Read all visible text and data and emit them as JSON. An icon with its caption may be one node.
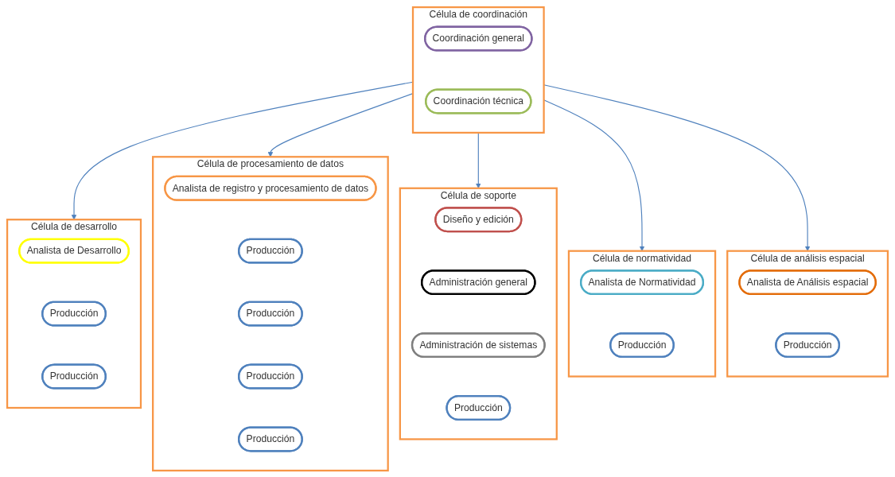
{
  "diagram": {
    "nodes": [
      {
        "text": [
          "Célula de coordinación"
        ]
      },
      {
        "text": [
          "Coordinación general"
        ],
        "in": 0
      },
      {
        "text": [
          "Coordinación técnica"
        ],
        "in": 0
      },
      {
        "text": [
          "Célula de desarrollo"
        ]
      },
      {
        "text": [
          "Analista de Desarrollo"
        ],
        "in": 3
      },
      {
        "text": [
          "Producción"
        ],
        "in": 3
      },
      {
        "text": [
          "Producción"
        ],
        "in": 3
      },
      {
        "text": [
          "Célula de procesamiento de datos"
        ]
      },
      {
        "text": [
          "Analista de registro y procesamiento de datos"
        ],
        "in": 7
      },
      {
        "text": [
          "Producción"
        ],
        "in": 7
      },
      {
        "text": [
          "Producción"
        ],
        "in": 7
      },
      {
        "text": [
          "Producción"
        ],
        "in": 7
      },
      {
        "text": [
          "Producción"
        ],
        "in": 7
      },
      {
        "text": [
          "Célula de soporte"
        ]
      },
      {
        "text": [
          "Diseño y edición"
        ],
        "in": 13
      },
      {
        "text": [
          "Administración general"
        ],
        "in": 13
      },
      {
        "text": [
          "Administración de sistemas"
        ],
        "in": 13
      },
      {
        "text": [
          "Producción"
        ],
        "in": 13
      },
      {
        "text": [
          "Célula de normatividad"
        ]
      },
      {
        "text": [
          "Analista de Normatividad"
        ],
        "in": 18
      },
      {
        "text": [
          "Producción"
        ],
        "in": 18
      },
      {
        "text": [
          "Célula de análisis espacial"
        ]
      },
      {
        "text": [
          "Analista de Análisis espacial"
        ],
        "in": 21
      },
      {
        "text": [
          "Producción"
        ],
        "in": 21
      }
    ],
    "edges": [
      {
        "from": 0,
        "to": 3,
        "arrow": "to"
      },
      {
        "from": 0,
        "to": 7,
        "arrow": "to"
      },
      {
        "from": 0,
        "to": 13,
        "arrow": "to"
      },
      {
        "from": 0,
        "to": 18,
        "arrow": "to"
      },
      {
        "from": 0,
        "to": 21,
        "arrow": "to"
      }
    ]
  }
}
